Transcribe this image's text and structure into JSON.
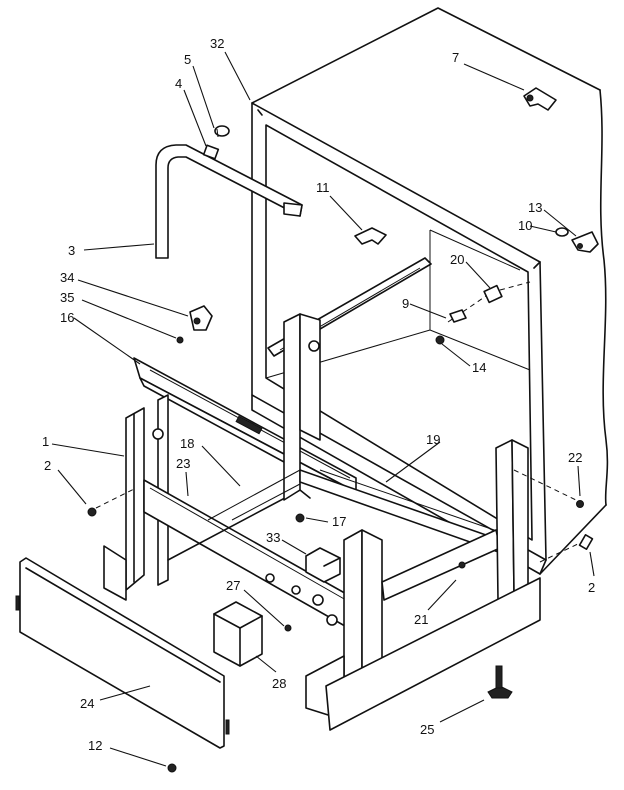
{
  "diagram": {
    "type": "exploded-parts-diagram",
    "callouts": [
      {
        "id": "c32",
        "label": "32"
      },
      {
        "id": "c5",
        "label": "5"
      },
      {
        "id": "c4",
        "label": "4"
      },
      {
        "id": "c7",
        "label": "7"
      },
      {
        "id": "c3",
        "label": "3"
      },
      {
        "id": "c11",
        "label": "11"
      },
      {
        "id": "c13",
        "label": "13"
      },
      {
        "id": "c10",
        "label": "10"
      },
      {
        "id": "c34",
        "label": "34"
      },
      {
        "id": "c20",
        "label": "20"
      },
      {
        "id": "c35",
        "label": "35"
      },
      {
        "id": "c9",
        "label": "9"
      },
      {
        "id": "c16",
        "label": "16"
      },
      {
        "id": "c14",
        "label": "14"
      },
      {
        "id": "c1",
        "label": "1"
      },
      {
        "id": "c18",
        "label": "18"
      },
      {
        "id": "c19",
        "label": "19"
      },
      {
        "id": "c23",
        "label": "23"
      },
      {
        "id": "c2a",
        "label": "2"
      },
      {
        "id": "c22",
        "label": "22"
      },
      {
        "id": "c17",
        "label": "17"
      },
      {
        "id": "c33",
        "label": "33"
      },
      {
        "id": "c2b",
        "label": "2"
      },
      {
        "id": "c27",
        "label": "27"
      },
      {
        "id": "c21",
        "label": "21"
      },
      {
        "id": "c28",
        "label": "28"
      },
      {
        "id": "c24",
        "label": "24"
      },
      {
        "id": "c25",
        "label": "25"
      },
      {
        "id": "c12",
        "label": "12"
      }
    ]
  }
}
